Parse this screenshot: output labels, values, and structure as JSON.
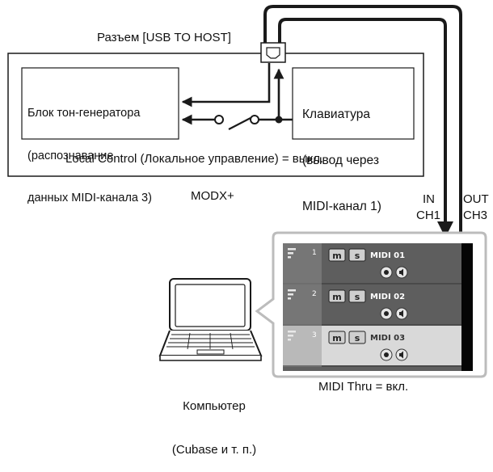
{
  "device": {
    "port_label": "Разъем [USB TO HOST]",
    "name": "MODX+",
    "local_control": "Local Control (Локальное управление) = выкл."
  },
  "tone_generator": {
    "lines": [
      "Блок тон-генератора",
      "(распознавание",
      "данных MIDI-канала 3)"
    ]
  },
  "keyboard": {
    "lines": [
      "Клавиатура",
      "(вывод через",
      "MIDI-канал 1)"
    ]
  },
  "connection": {
    "in_label": "IN",
    "in_channel": "CH1",
    "out_label": "OUT",
    "out_channel": "CH3"
  },
  "computer": {
    "lines": [
      "Компьютер",
      "(Cubase и т. п.)"
    ]
  },
  "daw": {
    "midi_thru": "MIDI Thru = вкл.",
    "tracks": [
      {
        "number": "1",
        "mute": "m",
        "solo": "s",
        "name": "MIDI 01",
        "selected": false
      },
      {
        "number": "2",
        "mute": "m",
        "solo": "s",
        "name": "MIDI 02",
        "selected": false
      },
      {
        "number": "3",
        "mute": "m",
        "solo": "s",
        "name": "MIDI 03",
        "selected": true
      }
    ]
  },
  "colors": {
    "track_bg": "#5e5e5e",
    "track_selected_bg": "#d9d9d9",
    "callout_border": "#bcbcbc",
    "line": "#1a1a1a"
  }
}
